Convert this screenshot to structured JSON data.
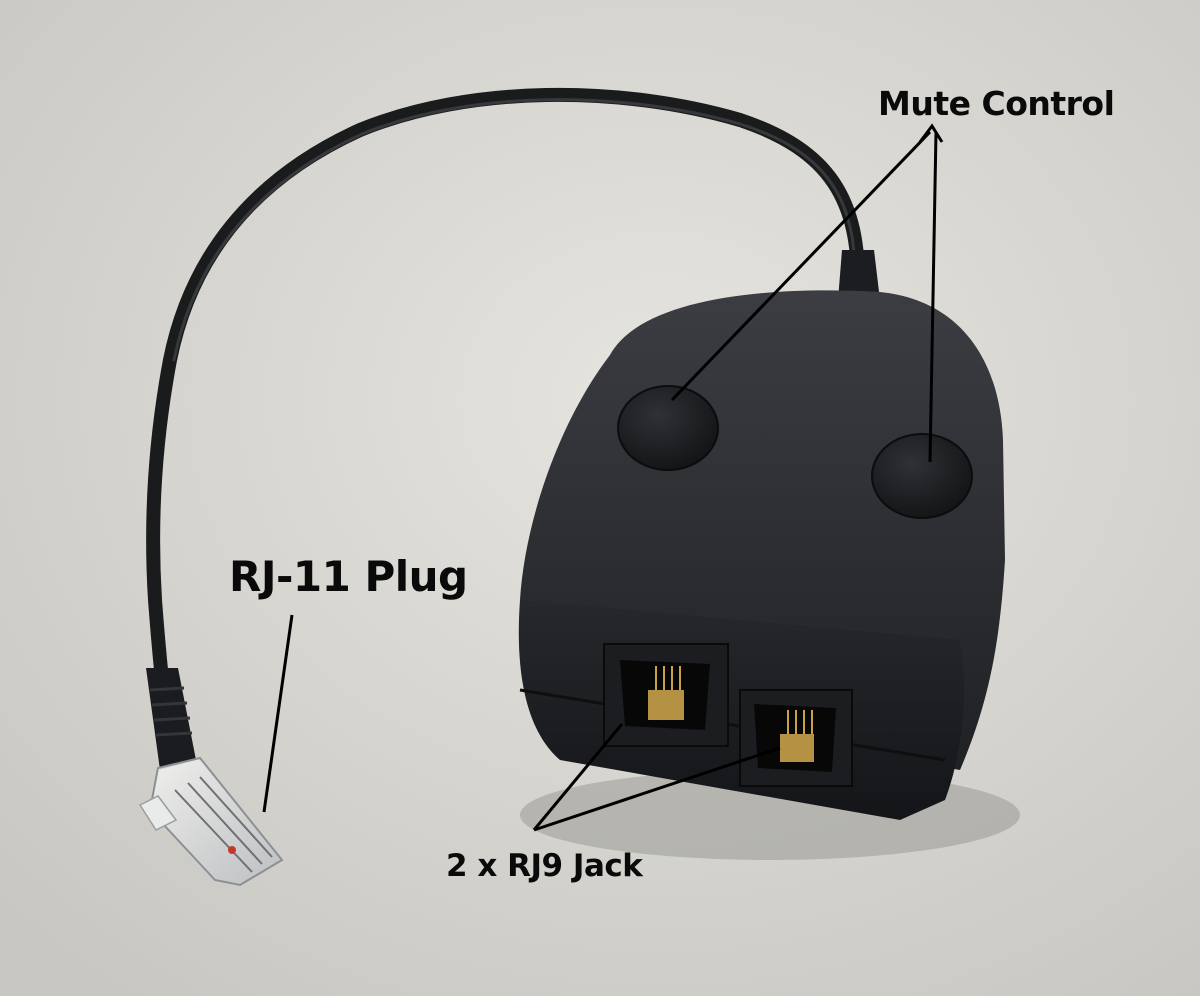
{
  "labels": {
    "mute_control": "Mute Control",
    "rj11_plug": "RJ-11 Plug",
    "rj9_jack": "2 x RJ9 Jack"
  },
  "colors": {
    "background": "#d9d7d2",
    "device_body": "#2a2c30",
    "cable": "#1a1b1d",
    "pins": "#c9a24a",
    "annotation_lines": "#000000"
  }
}
